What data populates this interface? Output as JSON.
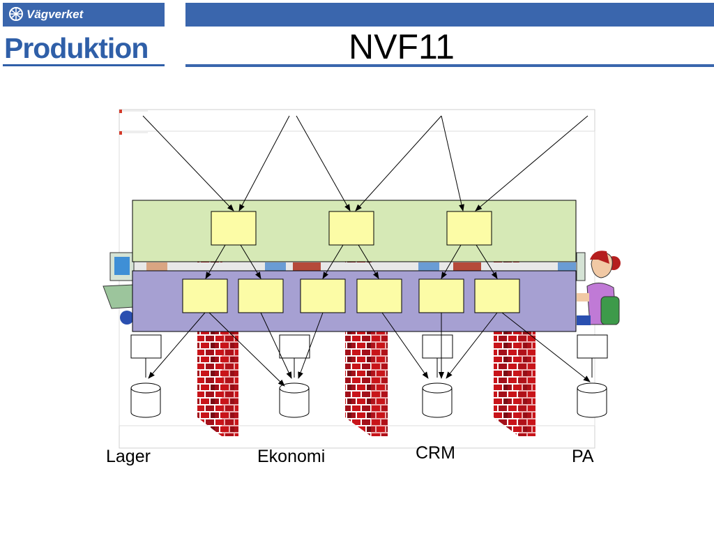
{
  "header": {
    "brand": "Vägverket",
    "product": "Produktion",
    "title": "NVF11"
  },
  "systems": {
    "lager": "Lager",
    "ekonomi": "Ekonomi",
    "crm": "CRM",
    "pa": "PA"
  },
  "colors": {
    "brand_blue": "#3a66ad",
    "upper_layer": "#d6e9b6",
    "lower_layer": "#a6a0d2",
    "component": "#fcfca6",
    "brick": "#c8141a"
  }
}
